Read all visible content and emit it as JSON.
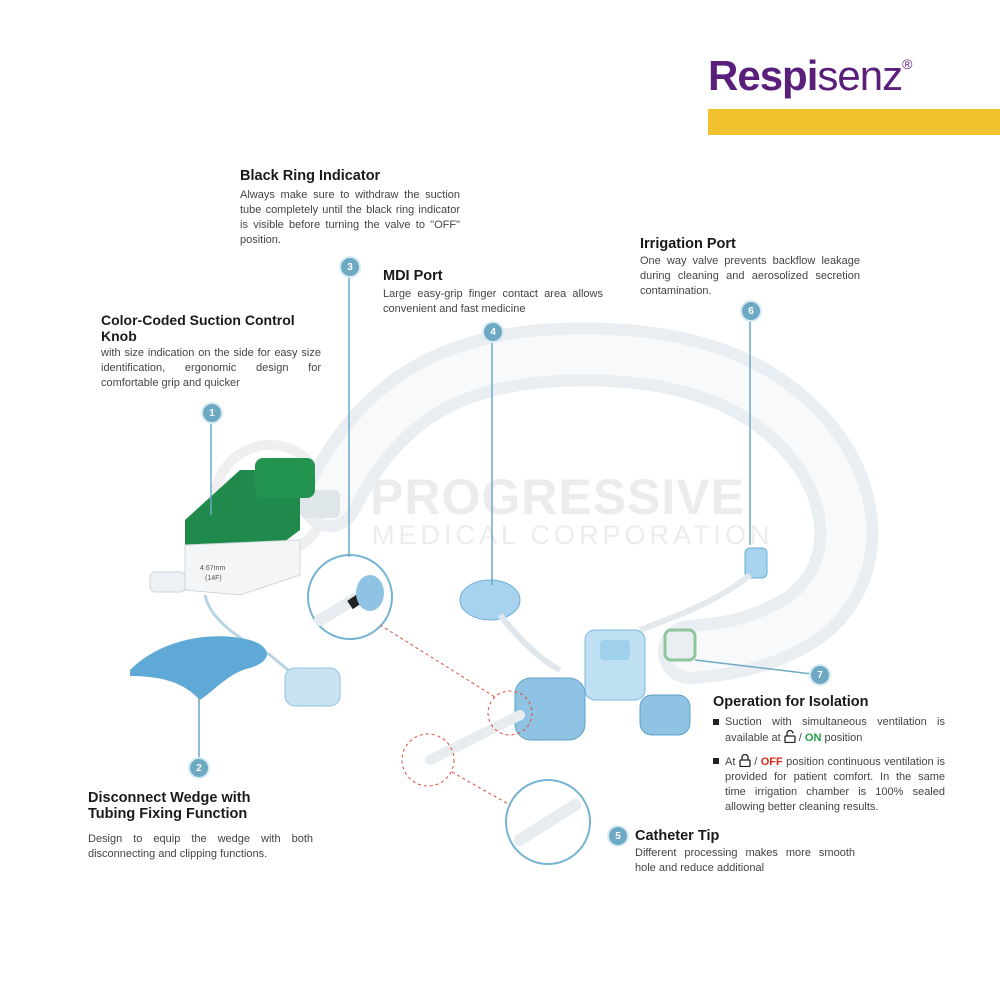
{
  "brand": {
    "name_bold": "Respi",
    "name_light": "senz",
    "reg": "®",
    "accent": "#5a1f7a",
    "bar_color": "#f2c12e"
  },
  "watermark": {
    "line1": "PROGRESSIVE",
    "line2": "MEDICAL CORPORATION"
  },
  "callouts": [
    {
      "number": "1",
      "title": "Color-Coded Suction Control Knob",
      "text": "with size indication on the side for easy size identification, ergonomic design for comfortable grip and quicker"
    },
    {
      "number": "2",
      "title_line1": "Disconnect Wedge with",
      "title_line2": "Tubing Fixing Function",
      "text": "Design to equip the wedge with both disconnecting and clipping functions."
    },
    {
      "number": "3",
      "title": "Black Ring Indicator",
      "text": "Always make sure to withdraw the suction tube completely until the black ring indicator is visible before turning the valve to \"OFF\" position."
    },
    {
      "number": "4",
      "title": "MDI Port",
      "text": "Large easy-grip finger contact area allows convenient and fast medicine"
    },
    {
      "number": "5",
      "title": "Catheter Tip",
      "text": "Different processing makes more smooth hole and reduce additional"
    },
    {
      "number": "6",
      "title": "Irrigation Port",
      "text": "One way valve prevents backflow leakage during cleaning and aerosolized secretion contamination."
    },
    {
      "number": "7",
      "title": "Operation for Isolation",
      "bullet1_pre": "Suction with simultaneous ventilation is available at",
      "bullet1_sep": "/",
      "bullet1_on": "ON",
      "bullet1_post": "position",
      "bullet2_pre": "At",
      "bullet2_sep": "/",
      "bullet2_off": "OFF",
      "bullet2_post": "position continuous ventilation is provided for patient comfort. In the same time irrigation chamber is 100% sealed allowing better cleaning results."
    }
  ],
  "device_label": {
    "size": "4.67mm",
    "fr": "(14F)"
  },
  "icons": [
    "lock-open-icon",
    "lock-closed-icon"
  ]
}
